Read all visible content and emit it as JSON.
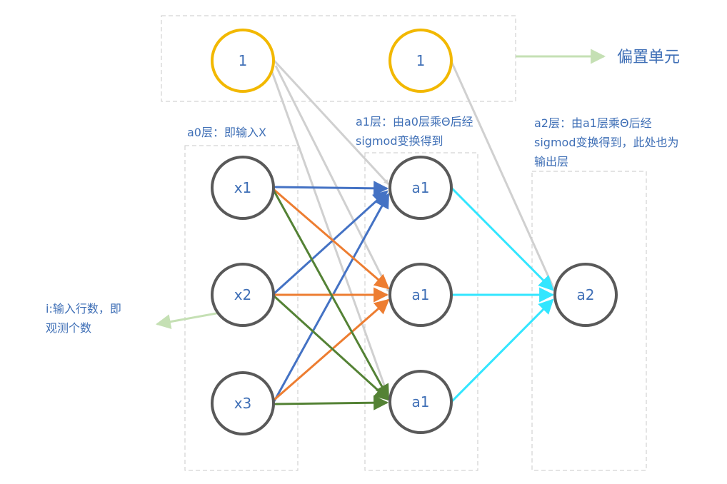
{
  "diagram": {
    "bias_label": "偏置单元",
    "layer0_label": "a0层：即输入X",
    "layer1_label_line1": "a1层：由a0层乘Θ后经",
    "layer1_label_line2": "sigmod变换得到",
    "layer2_label_line1": "a2层：由a1层乘Θ后经",
    "layer2_label_line2": "sigmod变换得到，此处也为",
    "layer2_label_line3": "输出层",
    "note_line1": "i:输入行数，即",
    "note_line2": "观测个数",
    "bias_nodes": [
      "1",
      "1"
    ],
    "input_nodes": [
      "x1",
      "x2",
      "x3"
    ],
    "hidden_nodes": [
      "a1",
      "a1",
      "a1"
    ],
    "output_nodes": [
      "a2"
    ]
  },
  "colors": {
    "bias_ring": "#f2b800",
    "node_ring": "#595959",
    "text": "#3f6fb6",
    "edge_x1": "#4472c4",
    "edge_x2": "#ed7d31",
    "edge_x3": "#548235",
    "edge_bias": "#d0d0d0",
    "edge_output": "#33e6ff",
    "note_arrow": "#c5e0b4"
  }
}
